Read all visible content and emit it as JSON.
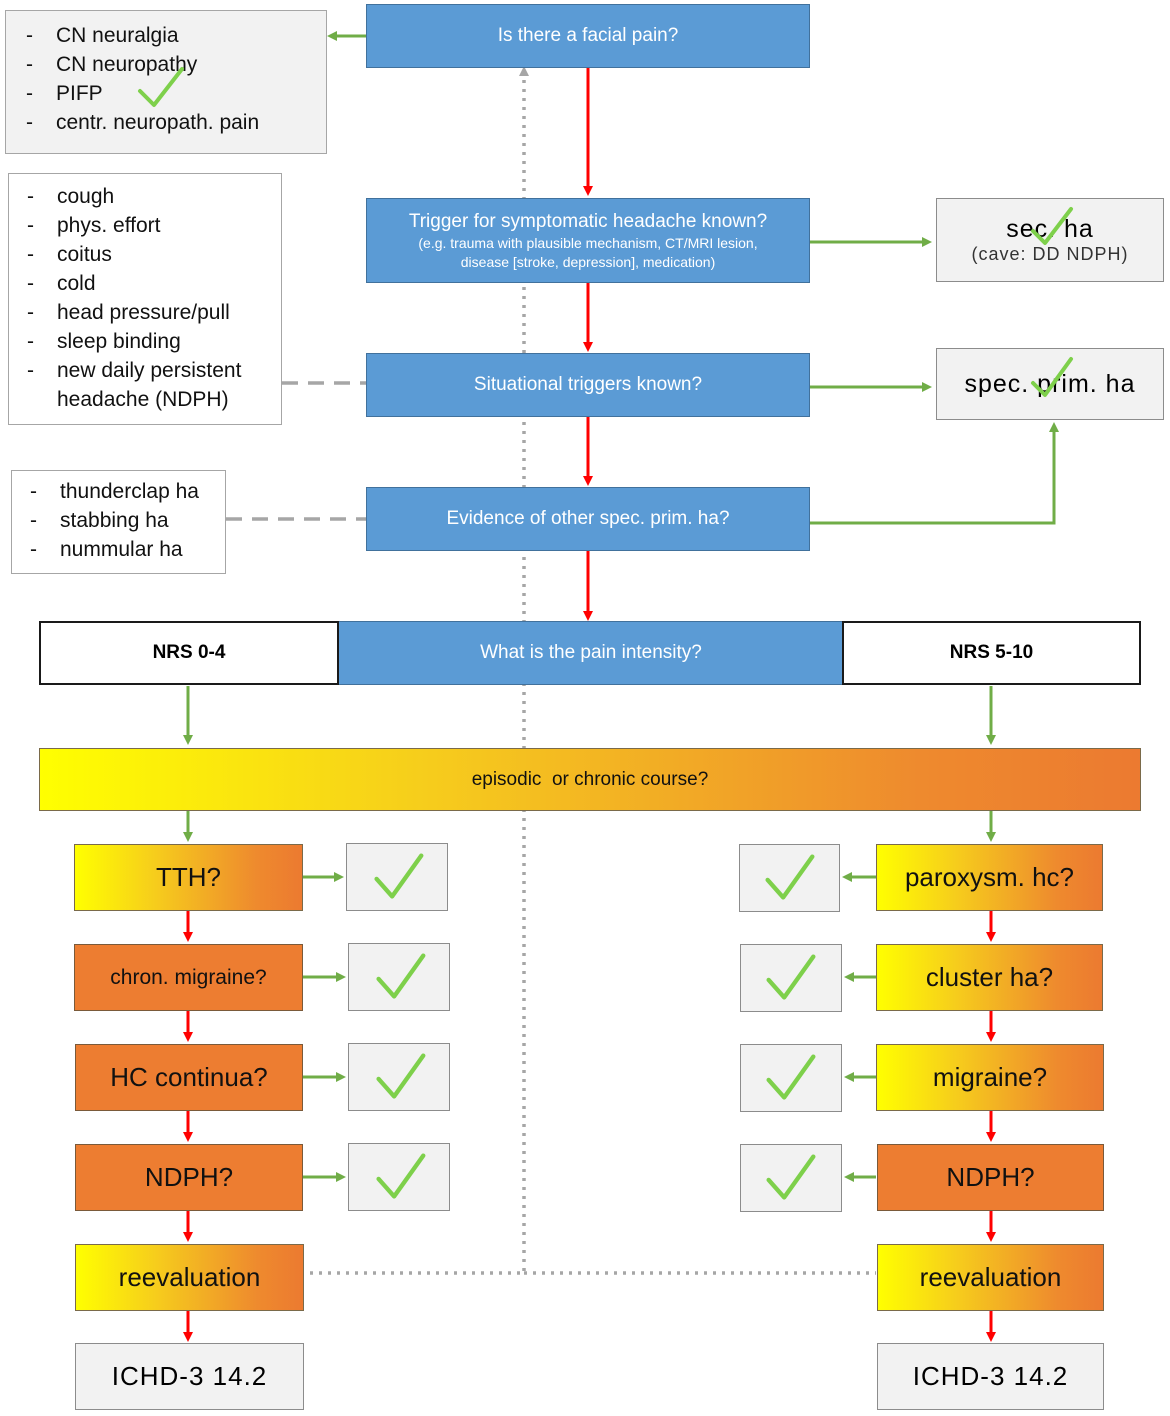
{
  "questions": {
    "facial_pain": "Is there a facial pain?",
    "trigger_title": "Trigger for symptomatic headache known?",
    "trigger_sub_1": "(e.g. trauma with plausible mechanism, CT/MRI lesion,",
    "trigger_sub_2": "disease [stroke, depression], medication)",
    "situational": "Situational triggers known?",
    "other_spec": "Evidence of other spec. prim. ha?",
    "pain_intensity": "What is the pain intensity?",
    "course": "episodic  or chronic course?"
  },
  "facial_list": [
    "CN neuralgia",
    "CN neuropathy",
    "PIFP",
    "centr. neuropath. pain"
  ],
  "situational_list": [
    "cough",
    "phys. effort",
    "coitus",
    "cold",
    "head pressure/pull",
    "sleep binding",
    "new daily persistent",
    "headache (NDPH)"
  ],
  "other_list": [
    "thunderclap ha",
    "stabbing ha",
    "nummular ha"
  ],
  "list_dash": "-",
  "outcomes": {
    "sec_ha": "sec. ha",
    "sec_ha_note": "(cave: DD NDPH)",
    "spec_prim_ha": "spec. prim. ha"
  },
  "nrs": {
    "low": "NRS 0-4",
    "high": "NRS 5-10"
  },
  "left_column": [
    "TTH?",
    "chron. migraine?",
    "HC continua?",
    "NDPH?",
    "reevaluation",
    "ICHD-3 14.2"
  ],
  "right_column": [
    "paroxysm. hc?",
    "cluster ha?",
    "migraine?",
    "NDPH?",
    "reevaluation",
    "ICHD-3 14.2"
  ],
  "colors": {
    "blue": "#5b9bd5",
    "yes_arrow": "#70ad47",
    "no_arrow": "#ff0000",
    "check": "#7ed04b",
    "dashed": "#a6a6a6",
    "dotted": "#a6a6a6",
    "orange": "#ed7d31",
    "yellow": "#ffff00"
  }
}
